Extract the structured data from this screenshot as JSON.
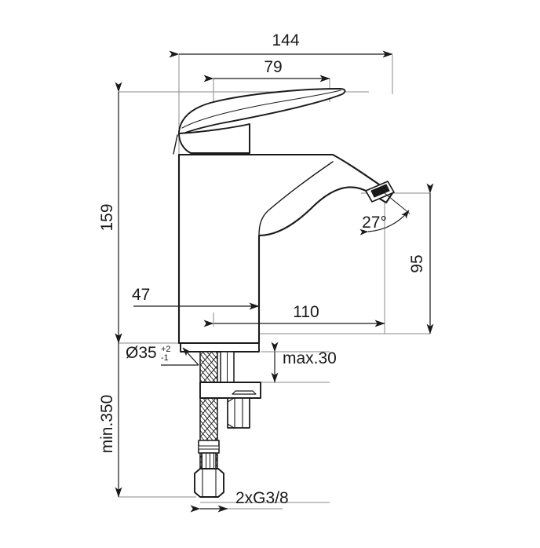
{
  "drawing": {
    "type": "technical-dimension-drawing",
    "subject": "single-lever basin mixer tap",
    "projection": "side elevation",
    "units": "mm",
    "line_color": "#1a1a1a",
    "dim_line_color": "#808080",
    "background": "#ffffff"
  },
  "dimensions": {
    "overall_width": "144",
    "handle_width": "79",
    "overall_height": "159",
    "body_width": "47",
    "spout_reach": "110",
    "spout_height": "95",
    "spout_angle": "27°",
    "mounting_hole": "Ø35",
    "mounting_hole_tol_upper": "+2",
    "mounting_hole_tol_lower": "-1",
    "max_deck_thickness": "max.30",
    "min_supply_length": "min.350",
    "connection_thread": "2xG3/8"
  },
  "labels": [
    {
      "id": "dim-144",
      "text": "144",
      "orientation": "horizontal"
    },
    {
      "id": "dim-79",
      "text": "79",
      "orientation": "horizontal"
    },
    {
      "id": "dim-159",
      "text": "159",
      "orientation": "vertical"
    },
    {
      "id": "dim-47",
      "text": "47",
      "orientation": "horizontal"
    },
    {
      "id": "dim-110",
      "text": "110",
      "orientation": "horizontal"
    },
    {
      "id": "dim-95",
      "text": "95",
      "orientation": "vertical"
    },
    {
      "id": "dim-27deg",
      "text": "27°",
      "orientation": "horizontal"
    },
    {
      "id": "dim-d35",
      "text": "Ø35",
      "orientation": "horizontal"
    },
    {
      "id": "dim-max30",
      "text": "max.30",
      "orientation": "horizontal"
    },
    {
      "id": "dim-min350",
      "text": "min.350",
      "orientation": "vertical"
    },
    {
      "id": "dim-thread",
      "text": "2xG3/8",
      "orientation": "horizontal"
    }
  ]
}
